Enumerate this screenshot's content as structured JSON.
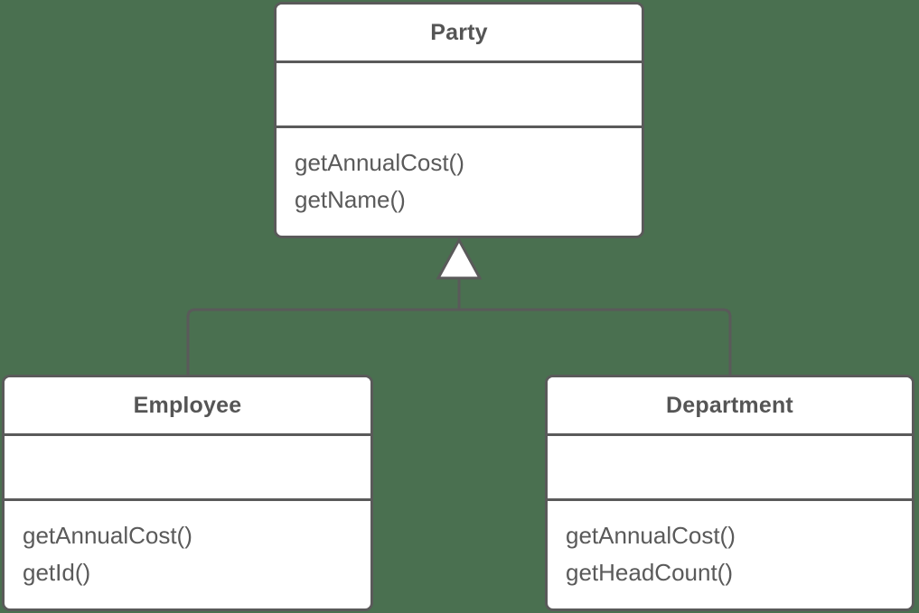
{
  "diagram": {
    "type": "uml-class-diagram",
    "background_color": "#4a7050",
    "line_color": "#5a5a5a",
    "box_fill_color": "#ffffff",
    "text_color": "#555555",
    "relationship": {
      "kind": "generalization",
      "label": "",
      "arrowhead": "hollow-triangle",
      "parent": "Party",
      "children": [
        "Employee",
        "Department"
      ]
    },
    "classes": {
      "party": {
        "name": "Party",
        "attributes": [],
        "operations": [
          "getAnnualCost()",
          "getName()"
        ]
      },
      "employee": {
        "name": "Employee",
        "attributes": [],
        "operations": [
          "getAnnualCost()",
          "getId()"
        ]
      },
      "department": {
        "name": "Department",
        "attributes": [],
        "operations": [
          "getAnnualCost()",
          "getHeadCount()"
        ]
      }
    }
  }
}
